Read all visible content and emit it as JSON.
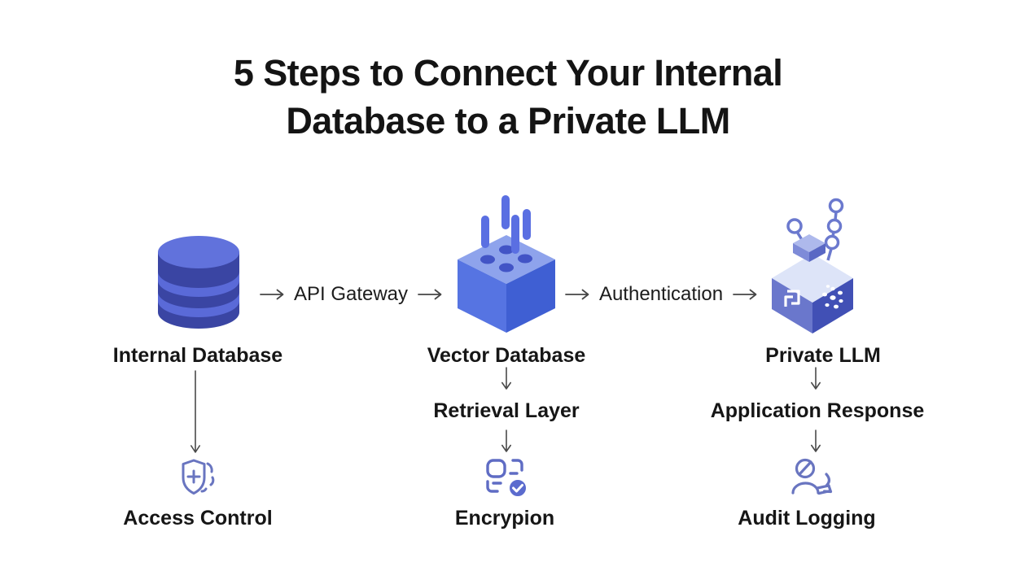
{
  "title": {
    "line1": "5 Steps to Connect Your Internal",
    "line2": "Database to a Private LLM"
  },
  "flow": {
    "internal_database": "Internal Database",
    "api_gateway": "API Gateway",
    "vector_database": "Vector Database",
    "authentication": "Authentication",
    "private_llm": "Private LLM"
  },
  "steps": {
    "access_control": "Access Control",
    "retrieval_layer": "Retrieval Layer",
    "encryption": "Encrypion",
    "application_response": "Application Response",
    "audit_logging": "Audit Logging"
  },
  "icons": {
    "internal_database": "database-cylinder-icon",
    "vector_database": "vector-cube-icon",
    "private_llm": "llm-cube-icon",
    "access_control": "shield-plus-icon",
    "encryption": "id-verify-check-icon",
    "audit_logging": "person-audit-icon",
    "flow_arrow": "arrow-right-icon",
    "down_arrow": "arrow-down-icon"
  },
  "colors": {
    "background": "#ffffff",
    "text": "#141414",
    "arrow": "#454545",
    "cylinder_top": "#6172dc",
    "cylinder_body": "#3a45a3",
    "cylinder_band": "#5a6ad8",
    "cube_top": "#8ea3ec",
    "cube_left": "#5674e2",
    "cube_right": "#3f5fd3",
    "llm_cube_top": "#dde4f8",
    "llm_cube_left": "#6a77cc",
    "llm_cube_right": "#4150b5",
    "outline_icon_stroke": "#6975c0",
    "check_circle_fill": "#5b6bce"
  }
}
